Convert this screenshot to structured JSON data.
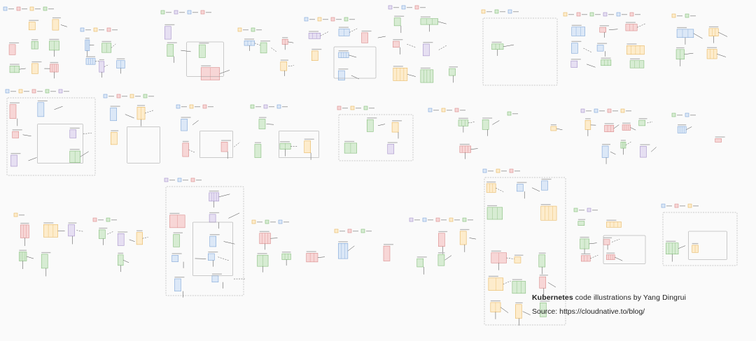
{
  "caption": {
    "title_strong": "Kubernetes",
    "title_rest": " code illustrations by Yang Dingrui",
    "source": "Source: https://cloudnative.to/blog/"
  },
  "colors": {
    "background": "#fafafa",
    "blue_fill": "#dce8f7",
    "blue_stroke": "#7fa6d8",
    "red_fill": "#f7d6d6",
    "red_stroke": "#d98a8a",
    "yellow_fill": "#fdeccc",
    "yellow_stroke": "#e8b760",
    "green_fill": "#d7ecd3",
    "green_stroke": "#86bd7c",
    "purple_fill": "#e6dff2",
    "purple_stroke": "#a591c9",
    "line": "#444444"
  }
}
